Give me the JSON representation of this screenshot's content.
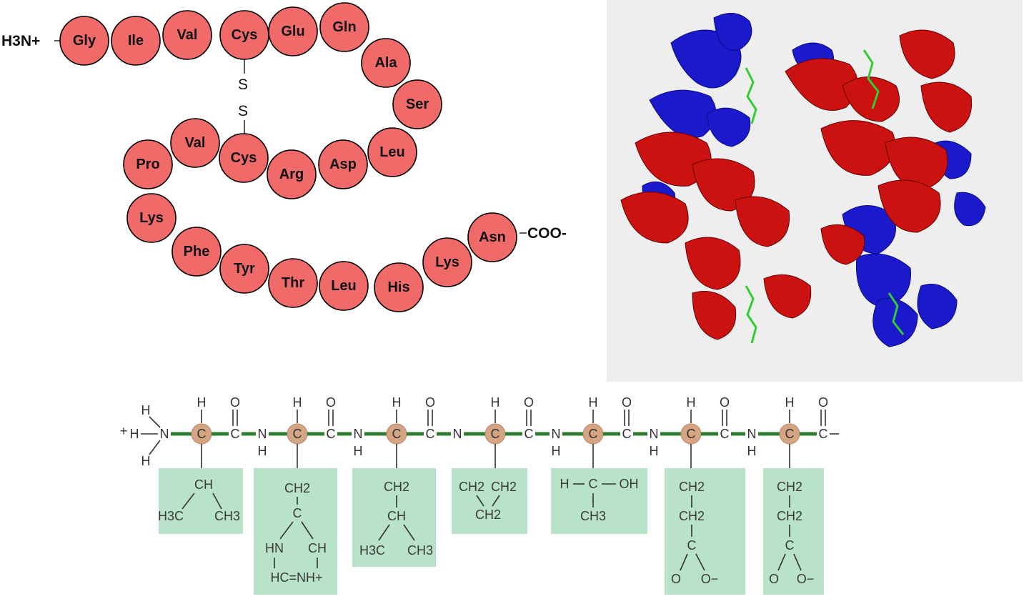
{
  "sequence_diagram": {
    "n_terminus": "H3N+",
    "c_terminus": "COO-",
    "disulfide_label": "S",
    "residues": [
      "Gly",
      "Ile",
      "Val",
      "Cys",
      "Glu",
      "Gln",
      "Ala",
      "Ser",
      "Leu",
      "Asp",
      "Arg",
      "Cys",
      "Val",
      "Pro",
      "Lys",
      "Phe",
      "Tyr",
      "Thr",
      "Leu",
      "His",
      "Lys",
      "Asn"
    ],
    "colors": {
      "residue_fill": "#f06a6a",
      "outline": "#000000"
    }
  },
  "protein_structure": {
    "colors": {
      "background": "#eeeeee",
      "chain_a": "#cc1111",
      "chain_b": "#1a1acc",
      "heme": "#33cc33"
    }
  },
  "peptide_structure": {
    "n_terminus": {
      "charge": "+",
      "atoms": [
        "H",
        "H",
        "N",
        "H"
      ]
    },
    "backbone_atoms": {
      "alpha_carbon": "C",
      "carbonyl_c": "C",
      "carbonyl_o": "O",
      "alpha_h": "H",
      "amide_n": "N",
      "amide_h": "H"
    },
    "side_chains": [
      {
        "lines": [
          "CH",
          "H3C",
          "CH3"
        ]
      },
      {
        "lines": [
          "CH2",
          "C",
          "HN",
          "CH",
          "HC=NH+"
        ]
      },
      {
        "lines": [
          "CH2",
          "CH",
          "H3C",
          "CH3"
        ]
      },
      {
        "lines": [
          "CH2",
          "CH2",
          "CH2"
        ]
      },
      {
        "lines": [
          "H",
          "C",
          "OH",
          "CH3"
        ]
      },
      {
        "lines": [
          "CH2",
          "CH2",
          "C",
          "O",
          "O−"
        ]
      },
      {
        "lines": [
          "CH2",
          "CH2",
          "C",
          "O",
          "O−"
        ]
      }
    ],
    "colors": {
      "peptide_bond": "#2e7d32",
      "calpha": "#d4a483",
      "side_chain_box": "#a8dcbc"
    }
  }
}
